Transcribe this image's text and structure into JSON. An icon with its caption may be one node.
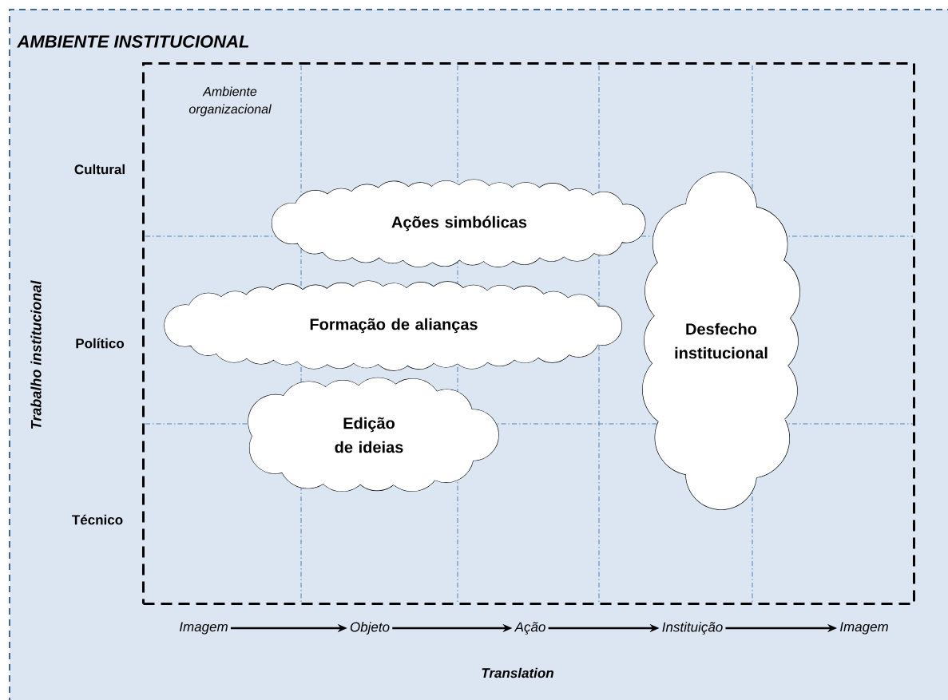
{
  "diagram": {
    "title": "AMBIENTE INSTITUCIONAL",
    "nodes": [
      {
        "text": [],
        "shape": "box"
      },
      {
        "text": [
          "Ambiente organizacional"
        ],
        "in": 0
      },
      {
        "text": [
          "Ações simbólicas"
        ],
        "in": 1
      },
      {
        "text": [
          "Formação de alianças"
        ],
        "in": 1
      },
      {
        "text": [
          "Edição de ideias"
        ],
        "in": 1
      },
      {
        "text": [
          "Desfecho institucional"
        ],
        "in": 1
      },
      {
        "text": [
          "Imagem"
        ],
        "in": 0
      },
      {
        "text": [
          "Objeto"
        ],
        "in": 0
      },
      {
        "text": [
          "Ação"
        ],
        "in": 0
      },
      {
        "text": [
          "Instituição"
        ],
        "in": 0
      },
      {
        "text": [
          "Imagem"
        ],
        "in": 0
      }
    ],
    "edges": [
      {
        "from": 6,
        "to": 7,
        "arrow": "to"
      },
      {
        "from": 7,
        "to": 8,
        "arrow": "to"
      },
      {
        "from": 8,
        "to": 9,
        "arrow": "to"
      },
      {
        "from": 9,
        "to": 10,
        "arrow": "to"
      }
    ],
    "labels": [
      "Cultural",
      "Político",
      "Técnico",
      "Trabalho institucional",
      "Translation"
    ]
  }
}
